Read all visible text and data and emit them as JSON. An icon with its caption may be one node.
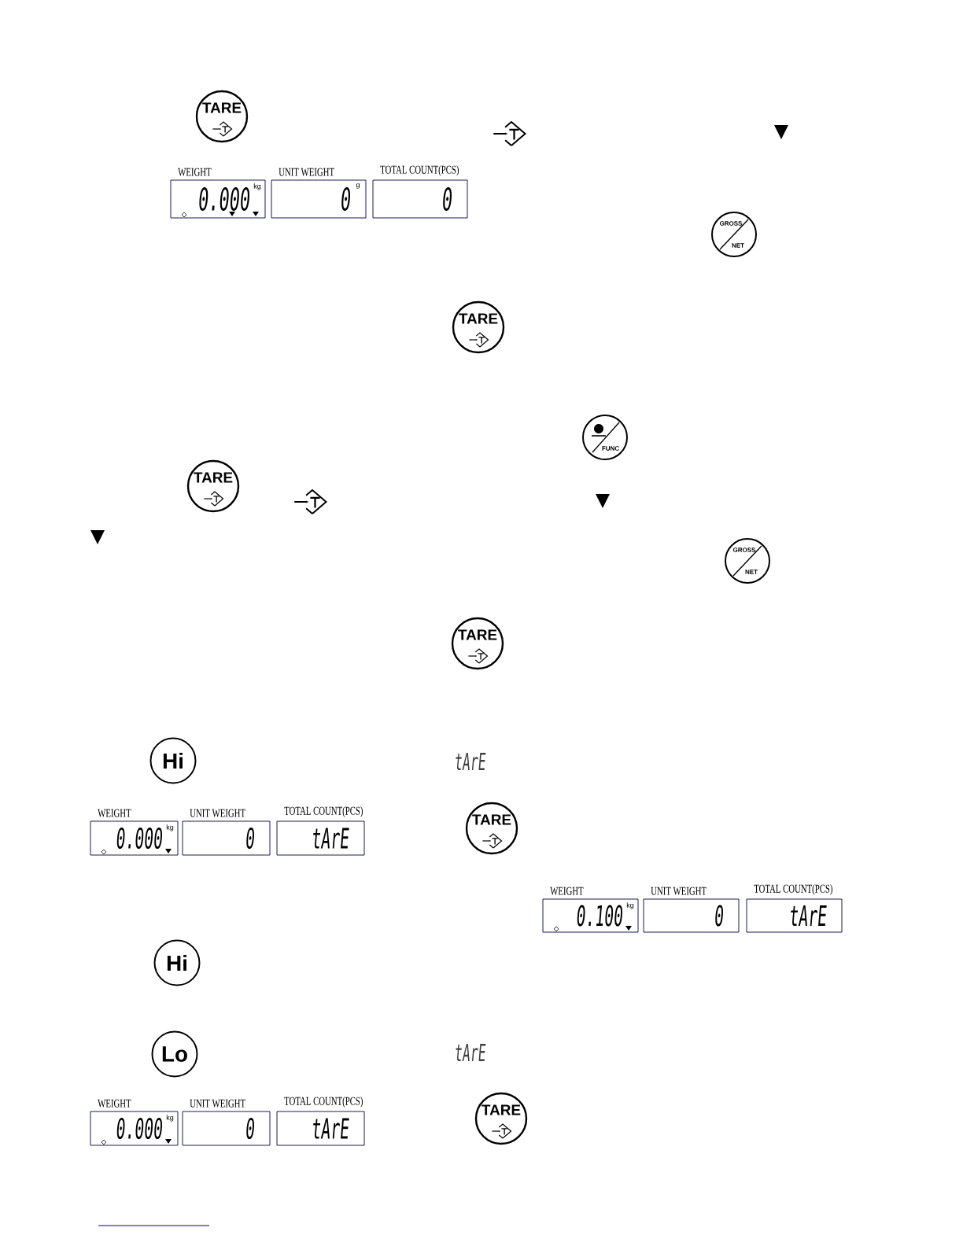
{
  "diagram": {
    "nodes": [
      {
        "text": [
          "TARE"
        ]
      },
      {
        "text": [
          "WEIGHT",
          "0.000",
          "kg"
        ]
      },
      {
        "text": [
          "UNIT WEIGHT",
          "0",
          "g"
        ]
      },
      {
        "text": [
          "TOTAL COUNT(PCS)",
          "0"
        ]
      },
      {
        "text": [
          "GROSS",
          "NET"
        ]
      },
      {
        "text": [
          "TARE"
        ]
      },
      {
        "text": [
          "FUNC"
        ]
      },
      {
        "text": [
          "TARE"
        ]
      },
      {
        "text": [
          "GROSS",
          "NET"
        ]
      },
      {
        "text": [
          "TARE"
        ]
      },
      {
        "text": [
          "Hi"
        ]
      },
      {
        "text": [
          "WEIGHT",
          "0.000",
          "kg"
        ]
      },
      {
        "text": [
          "UNIT WEIGHT",
          "0"
        ]
      },
      {
        "text": [
          "TOTAL COUNT(PCS)",
          "tArE"
        ]
      },
      {
        "text": [
          "TARE"
        ]
      },
      {
        "text": [
          "WEIGHT",
          "0.100",
          "kg"
        ]
      },
      {
        "text": [
          "UNIT WEIGHT",
          "0"
        ]
      },
      {
        "text": [
          "TOTAL COUNT(PCS)",
          "tArE"
        ]
      },
      {
        "text": [
          "Hi"
        ]
      },
      {
        "text": [
          "Lo"
        ]
      },
      {
        "text": [
          "WEIGHT",
          "0.000",
          "kg"
        ]
      },
      {
        "text": [
          "UNIT WEIGHT",
          "0"
        ]
      },
      {
        "text": [
          "TOTAL COUNT(PCS)",
          "tArE"
        ]
      },
      {
        "text": [
          "TARE"
        ]
      }
    ],
    "labels": [
      "tArE",
      "tArE"
    ]
  }
}
